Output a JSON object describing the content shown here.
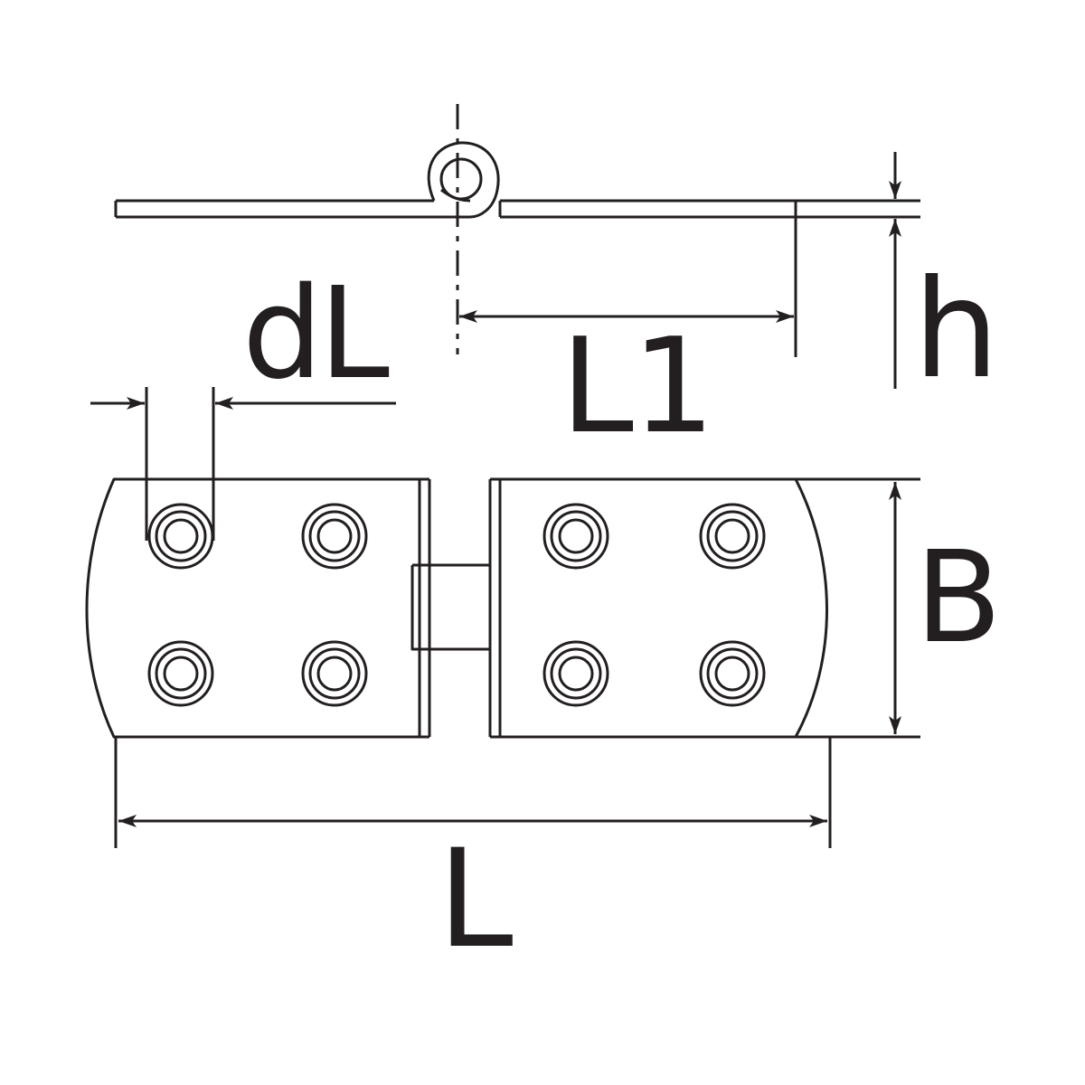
{
  "labels": {
    "dL": "dL",
    "L1": "L1",
    "h": "h",
    "B": "B",
    "L": "L"
  },
  "colors": {
    "line": "#231f20",
    "background": "#ffffff"
  }
}
